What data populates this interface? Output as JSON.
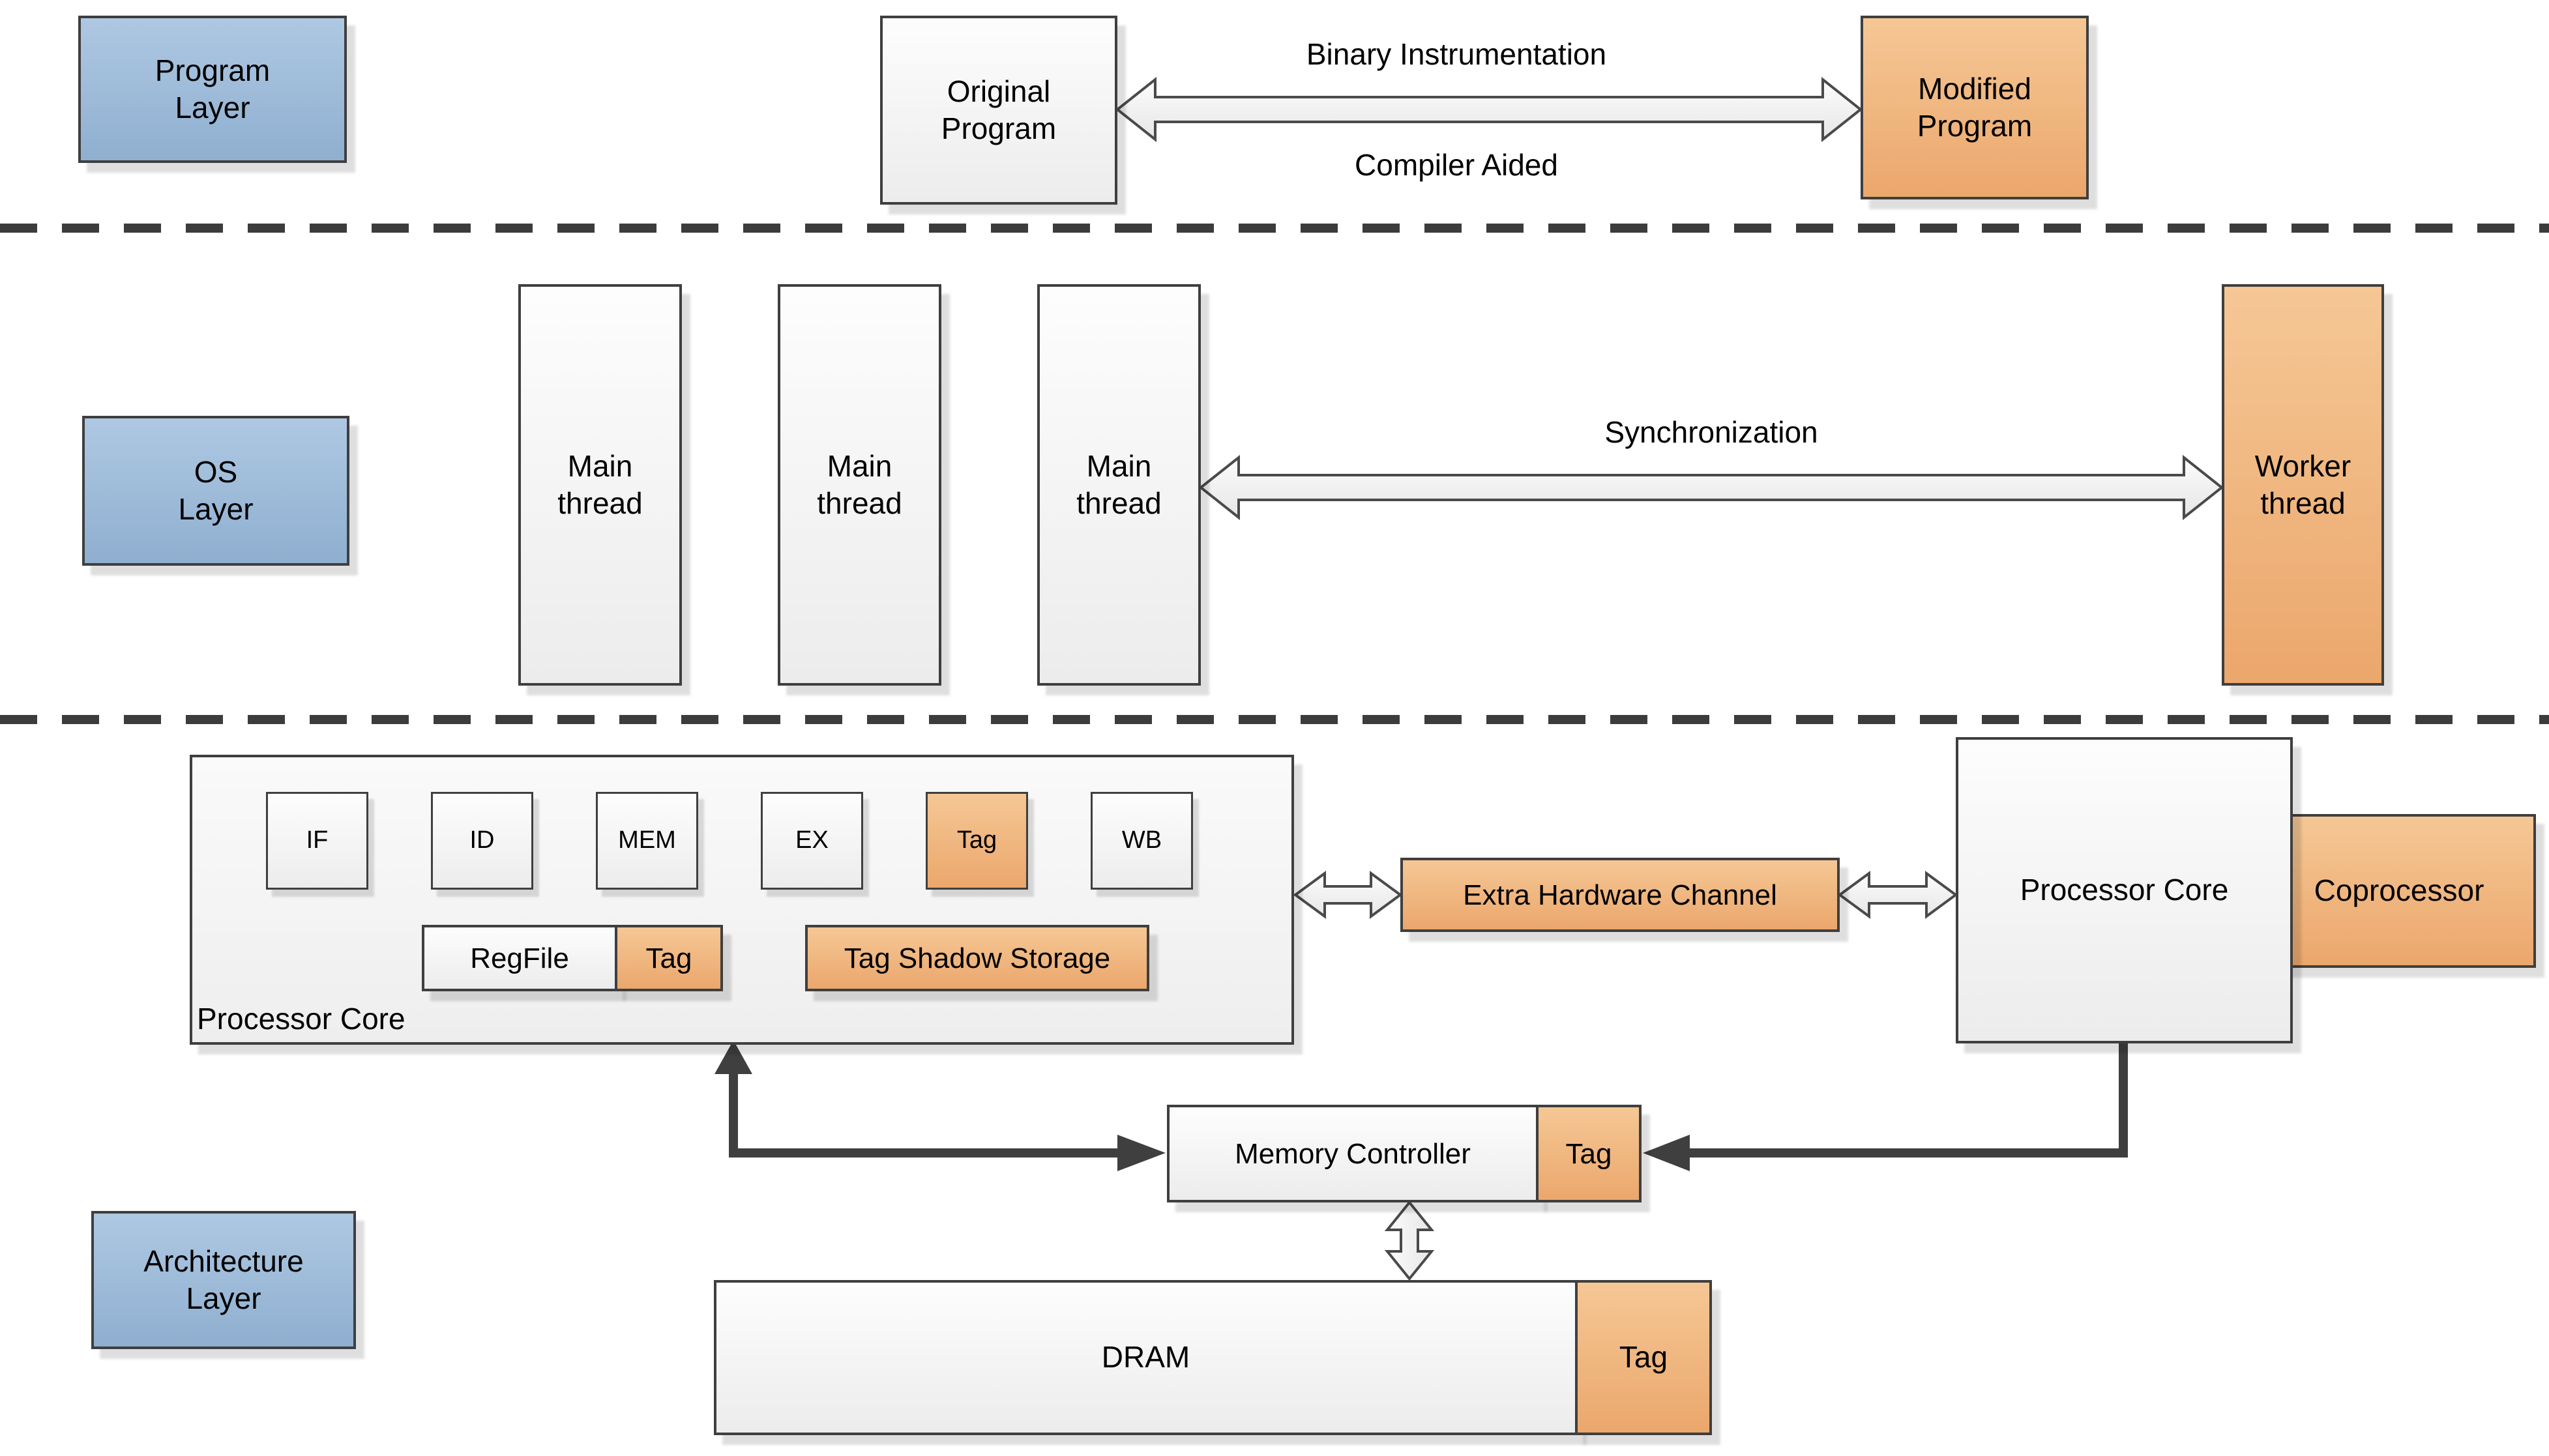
{
  "colors": {
    "layer_blue": "#9fbcd9",
    "accent_orange": "#f0b27f",
    "box_border": "#3f3f3f",
    "plain_box": "#f4f4f4",
    "connector_dark": "#3c3c3c"
  },
  "layers": {
    "program": "Program\nLayer",
    "os": "OS\nLayer",
    "architecture": "Architecture\nLayer"
  },
  "program_section": {
    "original_program": "Original\nProgram",
    "modified_program": "Modified\nProgram",
    "arrow_label_top": "Binary Instrumentation",
    "arrow_label_bottom": "Compiler Aided"
  },
  "os_section": {
    "main_threads": [
      "Main\nthread",
      "Main\nthread",
      "Main\nthread"
    ],
    "worker_thread": "Worker\nthread",
    "arrow_label": "Synchronization"
  },
  "architecture_section": {
    "core1_label": "Processor Core",
    "pipeline_stages": [
      {
        "label": "IF"
      },
      {
        "label": "ID"
      },
      {
        "label": "MEM"
      },
      {
        "label": "EX"
      },
      {
        "label": "Tag"
      },
      {
        "label": "WB"
      }
    ],
    "regfile": "RegFile",
    "regfile_tag": "Tag",
    "tag_shadow_storage": "Tag Shadow Storage",
    "extra_hardware_channel": "Extra Hardware Channel",
    "core2_label": "Processor Core",
    "coprocessor": "Coprocessor",
    "memory_controller": "Memory Controller",
    "memory_controller_tag": "Tag",
    "dram": "DRAM",
    "dram_tag": "Tag"
  }
}
